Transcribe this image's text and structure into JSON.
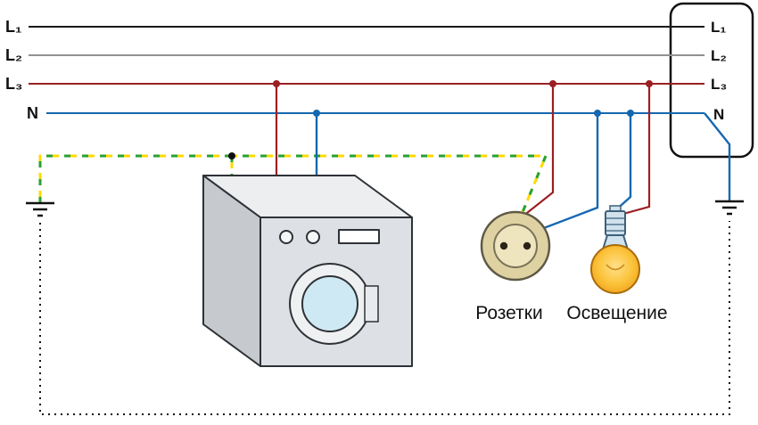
{
  "colors": {
    "l1": "#1a1a1a",
    "l2": "#8f9193",
    "l3": "#9b2023",
    "n": "#1468b0",
    "pe-yellow": "#ffd900",
    "pe-green": "#28a133",
    "socket-body": "#ded2a2",
    "bulb-glass": "#f5b42c",
    "ground": "#111111"
  },
  "bus": {
    "labels_left": [
      "L₁",
      "L₂",
      "L₃",
      "N"
    ]
  },
  "panel": {
    "labels": [
      "L₁",
      "L₂",
      "L₃",
      "N"
    ]
  },
  "captions": {
    "sockets": "Розетки",
    "lighting": "Освещение"
  }
}
